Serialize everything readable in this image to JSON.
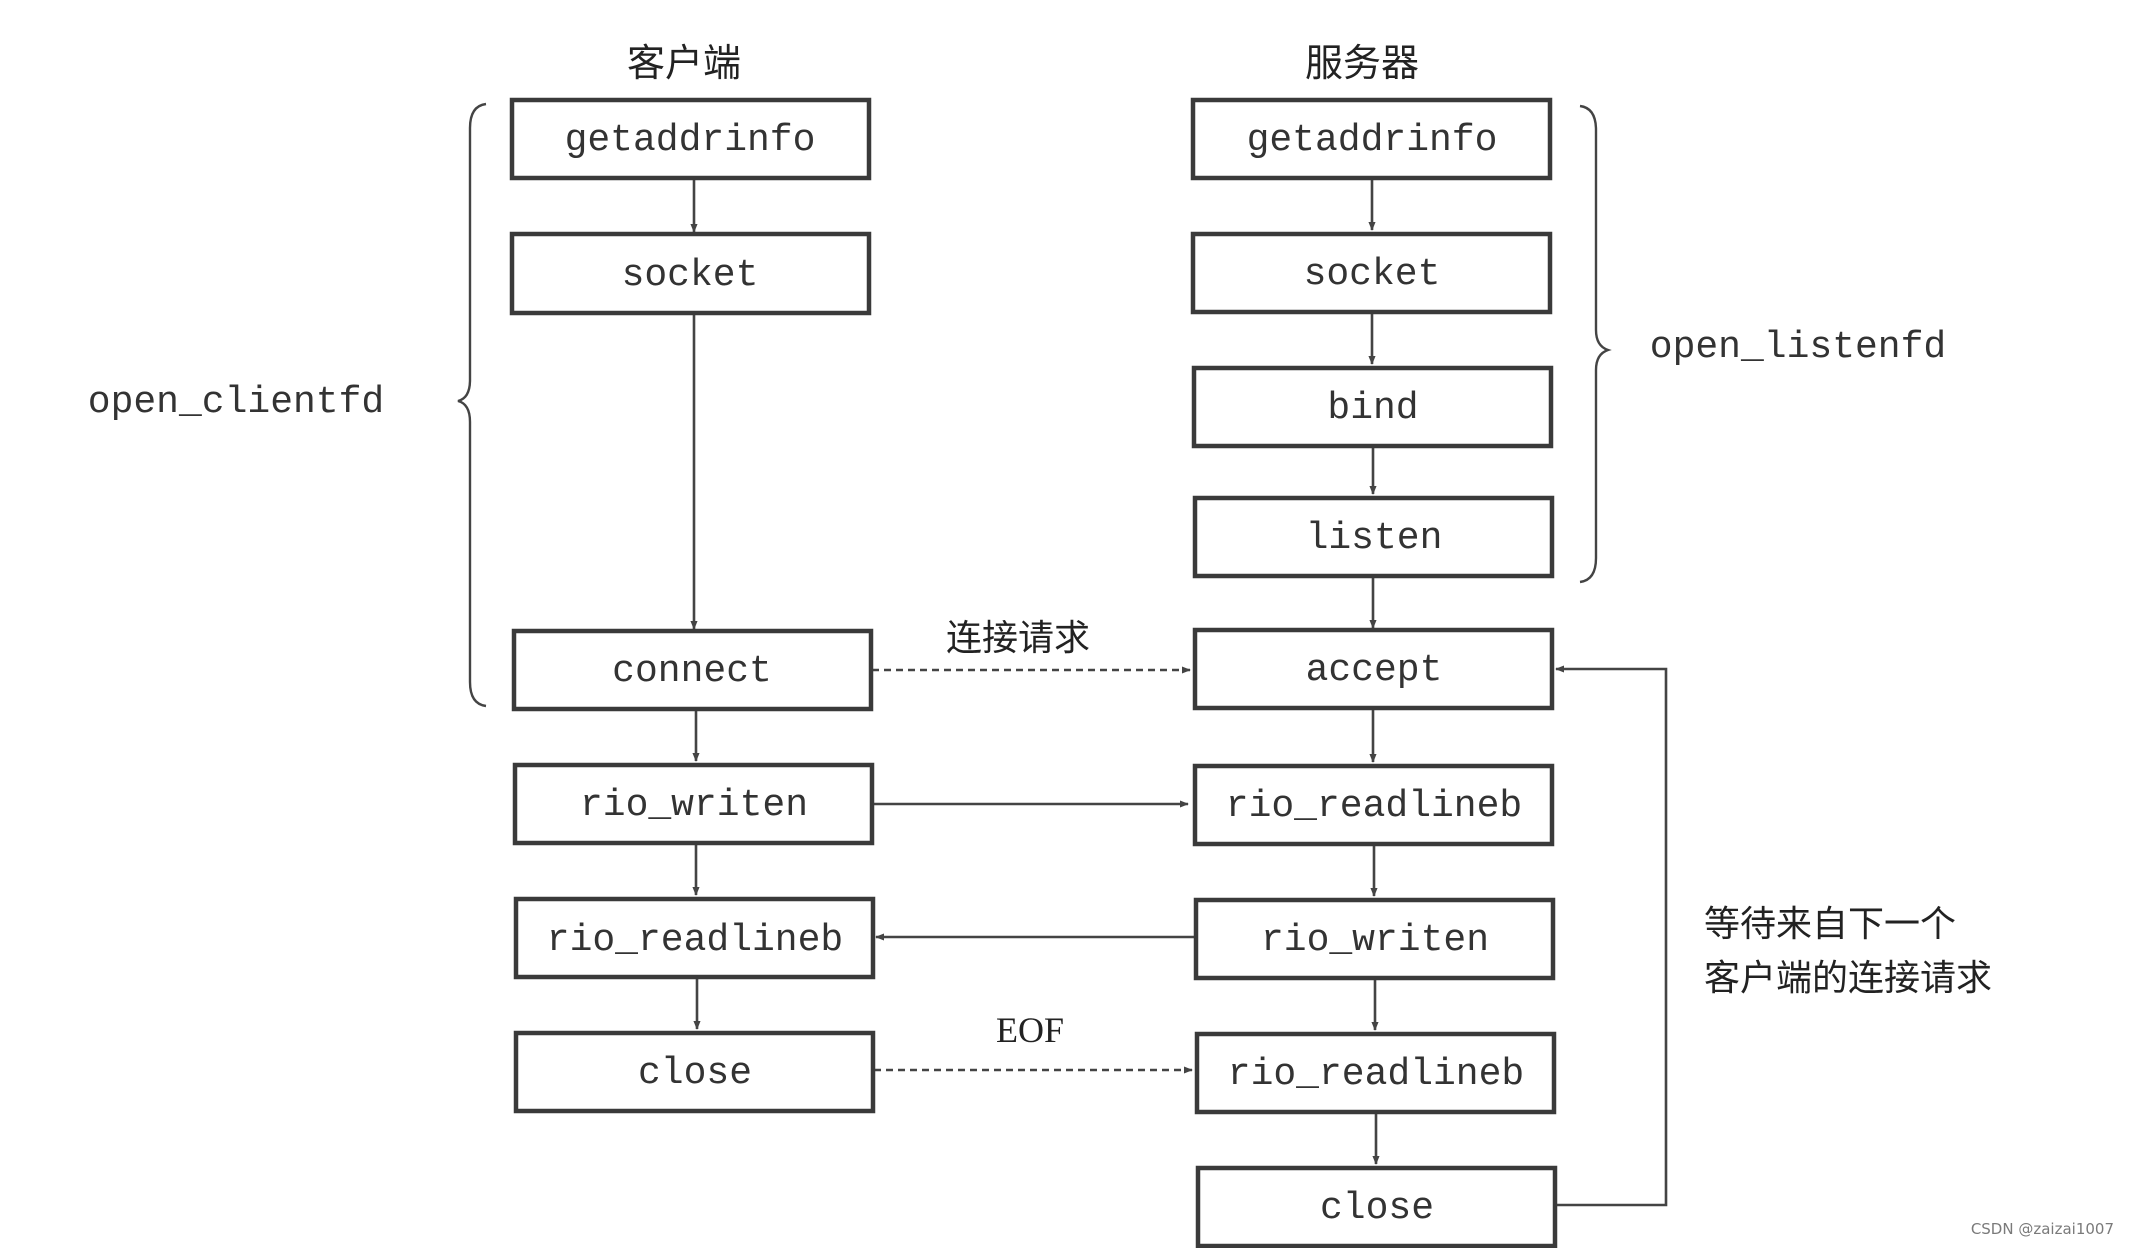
{
  "columns": {
    "client_title": "客户端",
    "server_title": "服务器"
  },
  "client_steps": [
    "getaddrinfo",
    "socket",
    "connect",
    "rio_writen",
    "rio_readlineb",
    "close"
  ],
  "server_steps": [
    "getaddrinfo",
    "socket",
    "bind",
    "listen",
    "accept",
    "rio_readlineb",
    "rio_writen",
    "rio_readlineb",
    "close"
  ],
  "groups": {
    "client_group": "open_clientfd",
    "server_group": "open_listenfd"
  },
  "annotations": {
    "connection_request": "连接请求",
    "eof": "EOF",
    "loop_line1": "等待来自下一个",
    "loop_line2": "客户端的连接请求"
  },
  "watermark": "CSDN @zaizai1007"
}
